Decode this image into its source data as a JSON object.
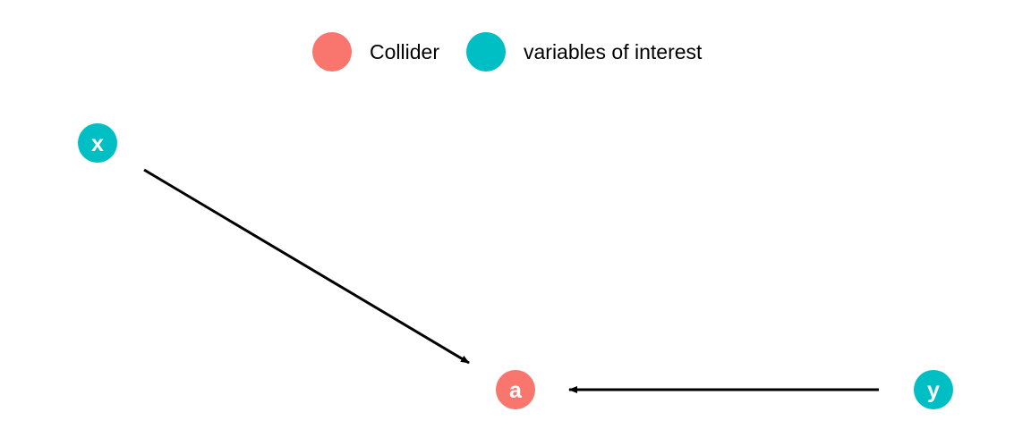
{
  "legend": {
    "items": [
      {
        "label": "Collider",
        "color": "#F8766D"
      },
      {
        "label": "variables of interest",
        "color": "#00BFC4"
      }
    ]
  },
  "nodes": [
    {
      "id": "x",
      "label": "x",
      "status": "variables of interest",
      "color": "#00BFC4"
    },
    {
      "id": "a",
      "label": "a",
      "status": "Collider",
      "color": "#F8766D"
    },
    {
      "id": "y",
      "label": "y",
      "status": "variables of interest",
      "color": "#00BFC4"
    }
  ],
  "edges": [
    {
      "from": "x",
      "to": "a"
    },
    {
      "from": "y",
      "to": "a"
    }
  ],
  "colors": {
    "edge": "#000000",
    "node_text": "#ffffff"
  }
}
